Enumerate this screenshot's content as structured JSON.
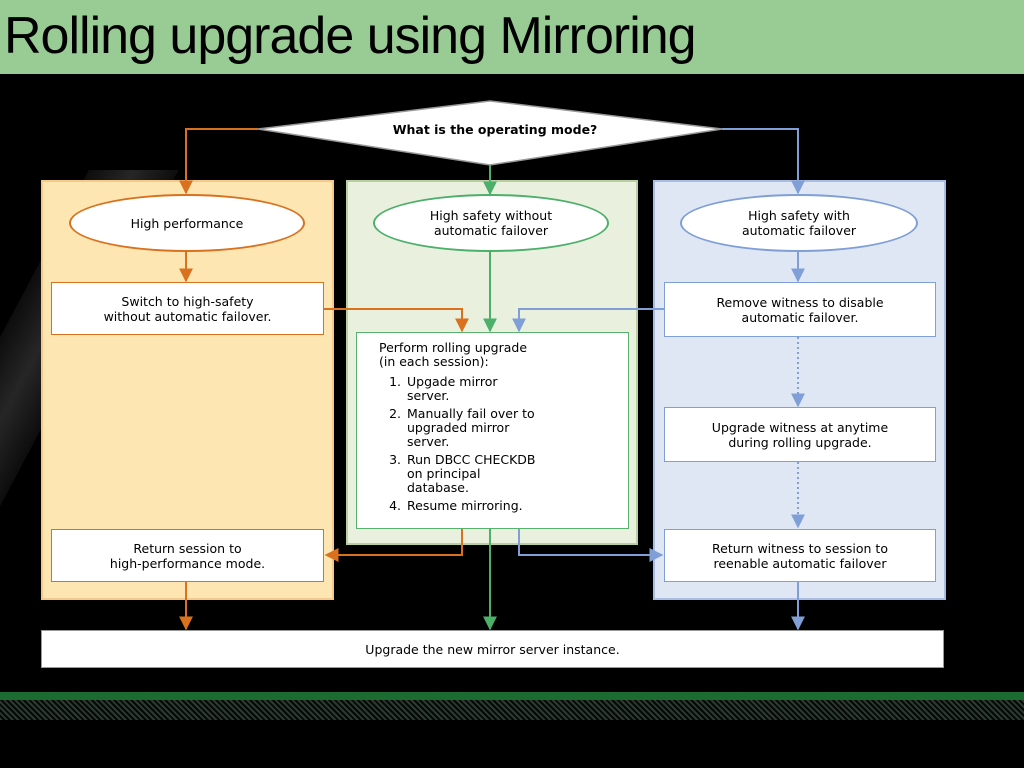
{
  "slide": {
    "title": "Rolling upgrade using Mirroring"
  },
  "flowchart": {
    "decision": "What is the operating mode?",
    "modes": {
      "high_performance": {
        "label": "High performance",
        "switch_step": "Switch to high-safety\nwithout automatic failover.",
        "return_step": "Return session to\nhigh-performance mode.",
        "color": "#d9711f"
      },
      "high_safety_without_failover": {
        "label": "High safety without\nautomatic failover",
        "color": "#4caf6a"
      },
      "high_safety_with_failover": {
        "label": "High safety with\nautomatic failover",
        "remove_witness_step": "Remove witness to disable\nautomatic failover.",
        "upgrade_witness_step": "Upgrade witness at anytime\nduring rolling upgrade.",
        "return_witness_step": "Return witness to session to\nreenable automatic failover",
        "color": "#7f9fd6"
      }
    },
    "rolling_upgrade": {
      "heading": "Perform rolling upgrade\n(in each session):",
      "steps": [
        {
          "number": "1.",
          "text": "Upgade mirror\nserver."
        },
        {
          "number": "2.",
          "text": "Manually fail over to\nupgraded mirror\nserver."
        },
        {
          "number": "3.",
          "text": "Run DBCC CHECKDB\non principal\ndatabase."
        },
        {
          "number": "4.",
          "text": "Resume mirroring."
        }
      ]
    },
    "final_step": "Upgrade the new mirror server instance."
  }
}
